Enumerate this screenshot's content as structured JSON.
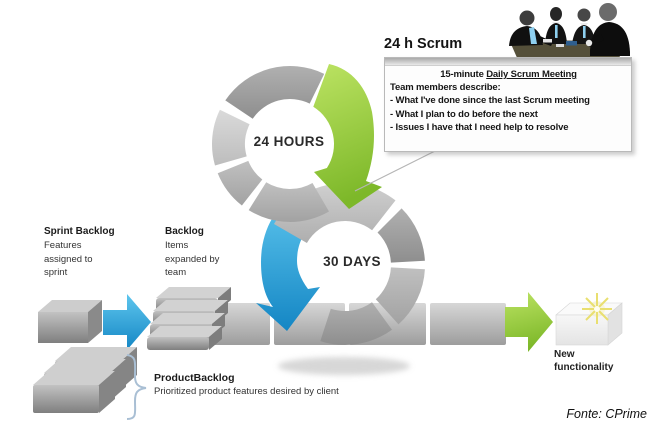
{
  "diagram": {
    "loops": {
      "daily": "24 HOURS",
      "sprint": "30 DAYS"
    },
    "callout": {
      "title": "24 h Scrum",
      "heading_prefix": "15-minute ",
      "heading_link": "Daily Scrum Meeting",
      "intro": "Team members describe:",
      "bullets": [
        "- What I've done since the last Scrum meeting",
        "- What I plan to do before the next",
        "- Issues I have that I need help to resolve"
      ]
    },
    "sprint_backlog": {
      "title": "Sprint Backlog",
      "lines": [
        "Features",
        "assigned to",
        "sprint"
      ]
    },
    "backlog": {
      "title": "Backlog",
      "lines": [
        "Items",
        "expanded by",
        "team"
      ]
    },
    "product_backlog": {
      "title": "ProductBacklog",
      "desc": "Prioritized product features desired by client"
    },
    "new_functionality": {
      "lines": [
        "New",
        "functionality"
      ]
    },
    "attribution": "Fonte: CPrime",
    "colors": {
      "green": "#8DC63F",
      "blue": "#2E9FD6",
      "ring_gray": "#ABABAB",
      "tie_blue": "#8ED0F0"
    }
  }
}
